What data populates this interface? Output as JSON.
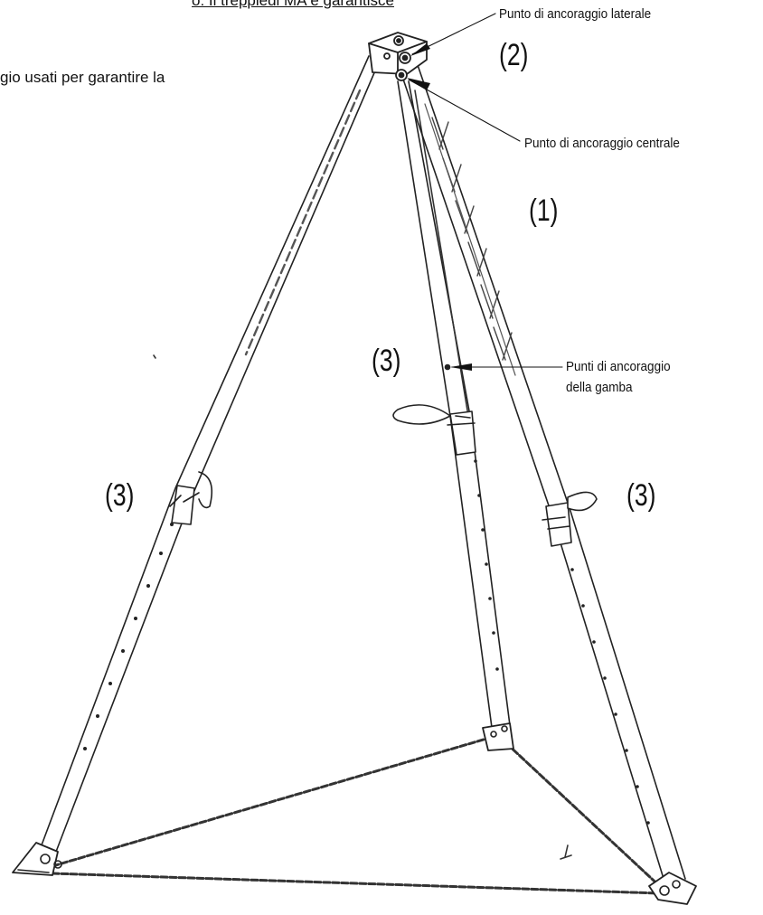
{
  "top_text_fragment": "o: Il treppiedi MA è garantisce",
  "intro_text_fragment": "gio usati per garantire la",
  "callouts": {
    "lateral": "Punto di ancoraggio laterale",
    "central": "Punto di ancoraggio centrale",
    "leg_line1": "Punti di ancoraggio",
    "leg_line2": "della gamba"
  },
  "markers": {
    "m2": "(2)",
    "m1": "(1)",
    "m3_center": "(3)",
    "m3_left": "(3)",
    "m3_right": "(3)"
  }
}
